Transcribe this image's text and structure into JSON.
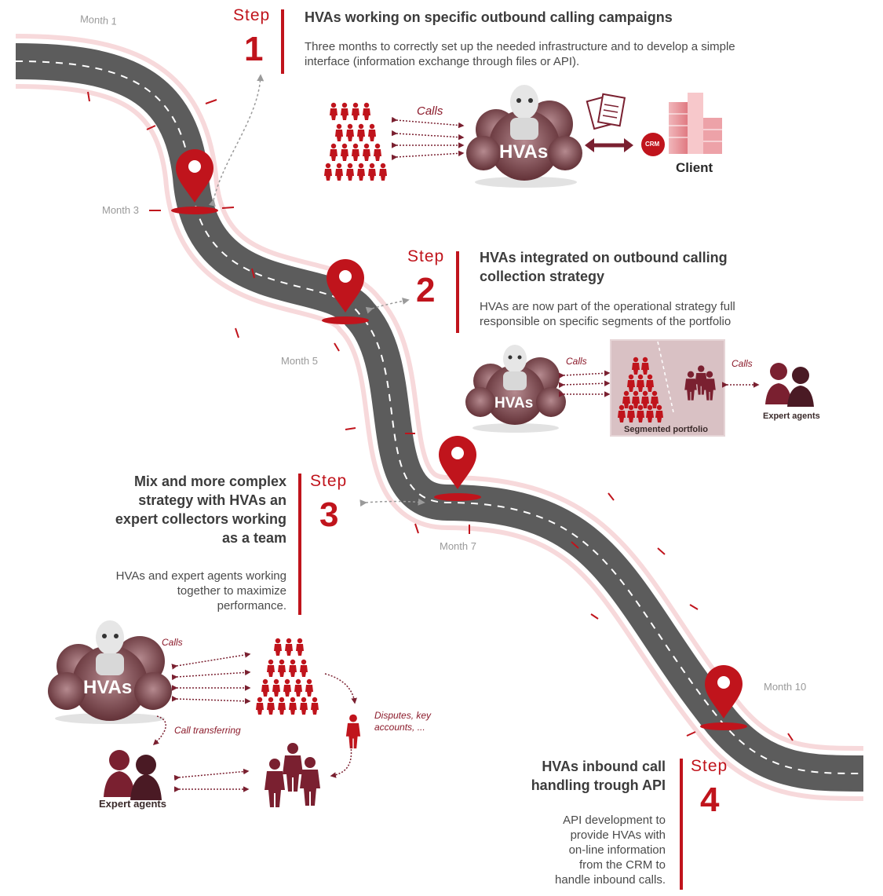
{
  "months": [
    "Month 1",
    "Month 3",
    "Month 5",
    "Month 7",
    "Month 10"
  ],
  "step_word": "Step",
  "steps": [
    {
      "number": "1",
      "title": "HVAs working on specific outbound calling campaigns",
      "description": "Three months to correctly set up the needed infrastructure and to develop a simple interface (information exchange through files or API)."
    },
    {
      "number": "2",
      "title_lines": [
        "HVAs integrated on outbound calling",
        "collection strategy"
      ],
      "description_lines": [
        "HVAs are now part of the operational strategy full",
        "responsible on specific segments of the portfolio"
      ]
    },
    {
      "number": "3",
      "title_lines": [
        "Mix and more complex",
        "strategy with HVAs an",
        "expert collectors working",
        "as a team"
      ],
      "description_lines": [
        "HVAs and expert agents working",
        "together to maximize",
        "performance."
      ]
    },
    {
      "number": "4",
      "title_lines": [
        "HVAs inbound call",
        "handling trough API"
      ],
      "description_lines": [
        "API development to",
        "provide HVAs with",
        "on-line information",
        "from the CRM to",
        "handle inbound calls."
      ]
    }
  ],
  "diagram1": {
    "calls": "Calls",
    "hvas": "HVAs",
    "crm": "CRM",
    "client": "Client"
  },
  "diagram2": {
    "calls_left": "Calls",
    "calls_right": "Calls",
    "hvas": "HVAs",
    "segmented": "Segmented portfolio",
    "expert": "Expert agents"
  },
  "diagram3": {
    "calls": "Calls",
    "hvas": "HVAs",
    "transfer": "Call transferring",
    "disputes_lines": [
      "Disputes, key",
      "accounts, ..."
    ],
    "expert": "Expert agents"
  },
  "colors": {
    "accent": "#c0141c",
    "road": "#5a5a5a",
    "maroon": "#7a2030"
  }
}
